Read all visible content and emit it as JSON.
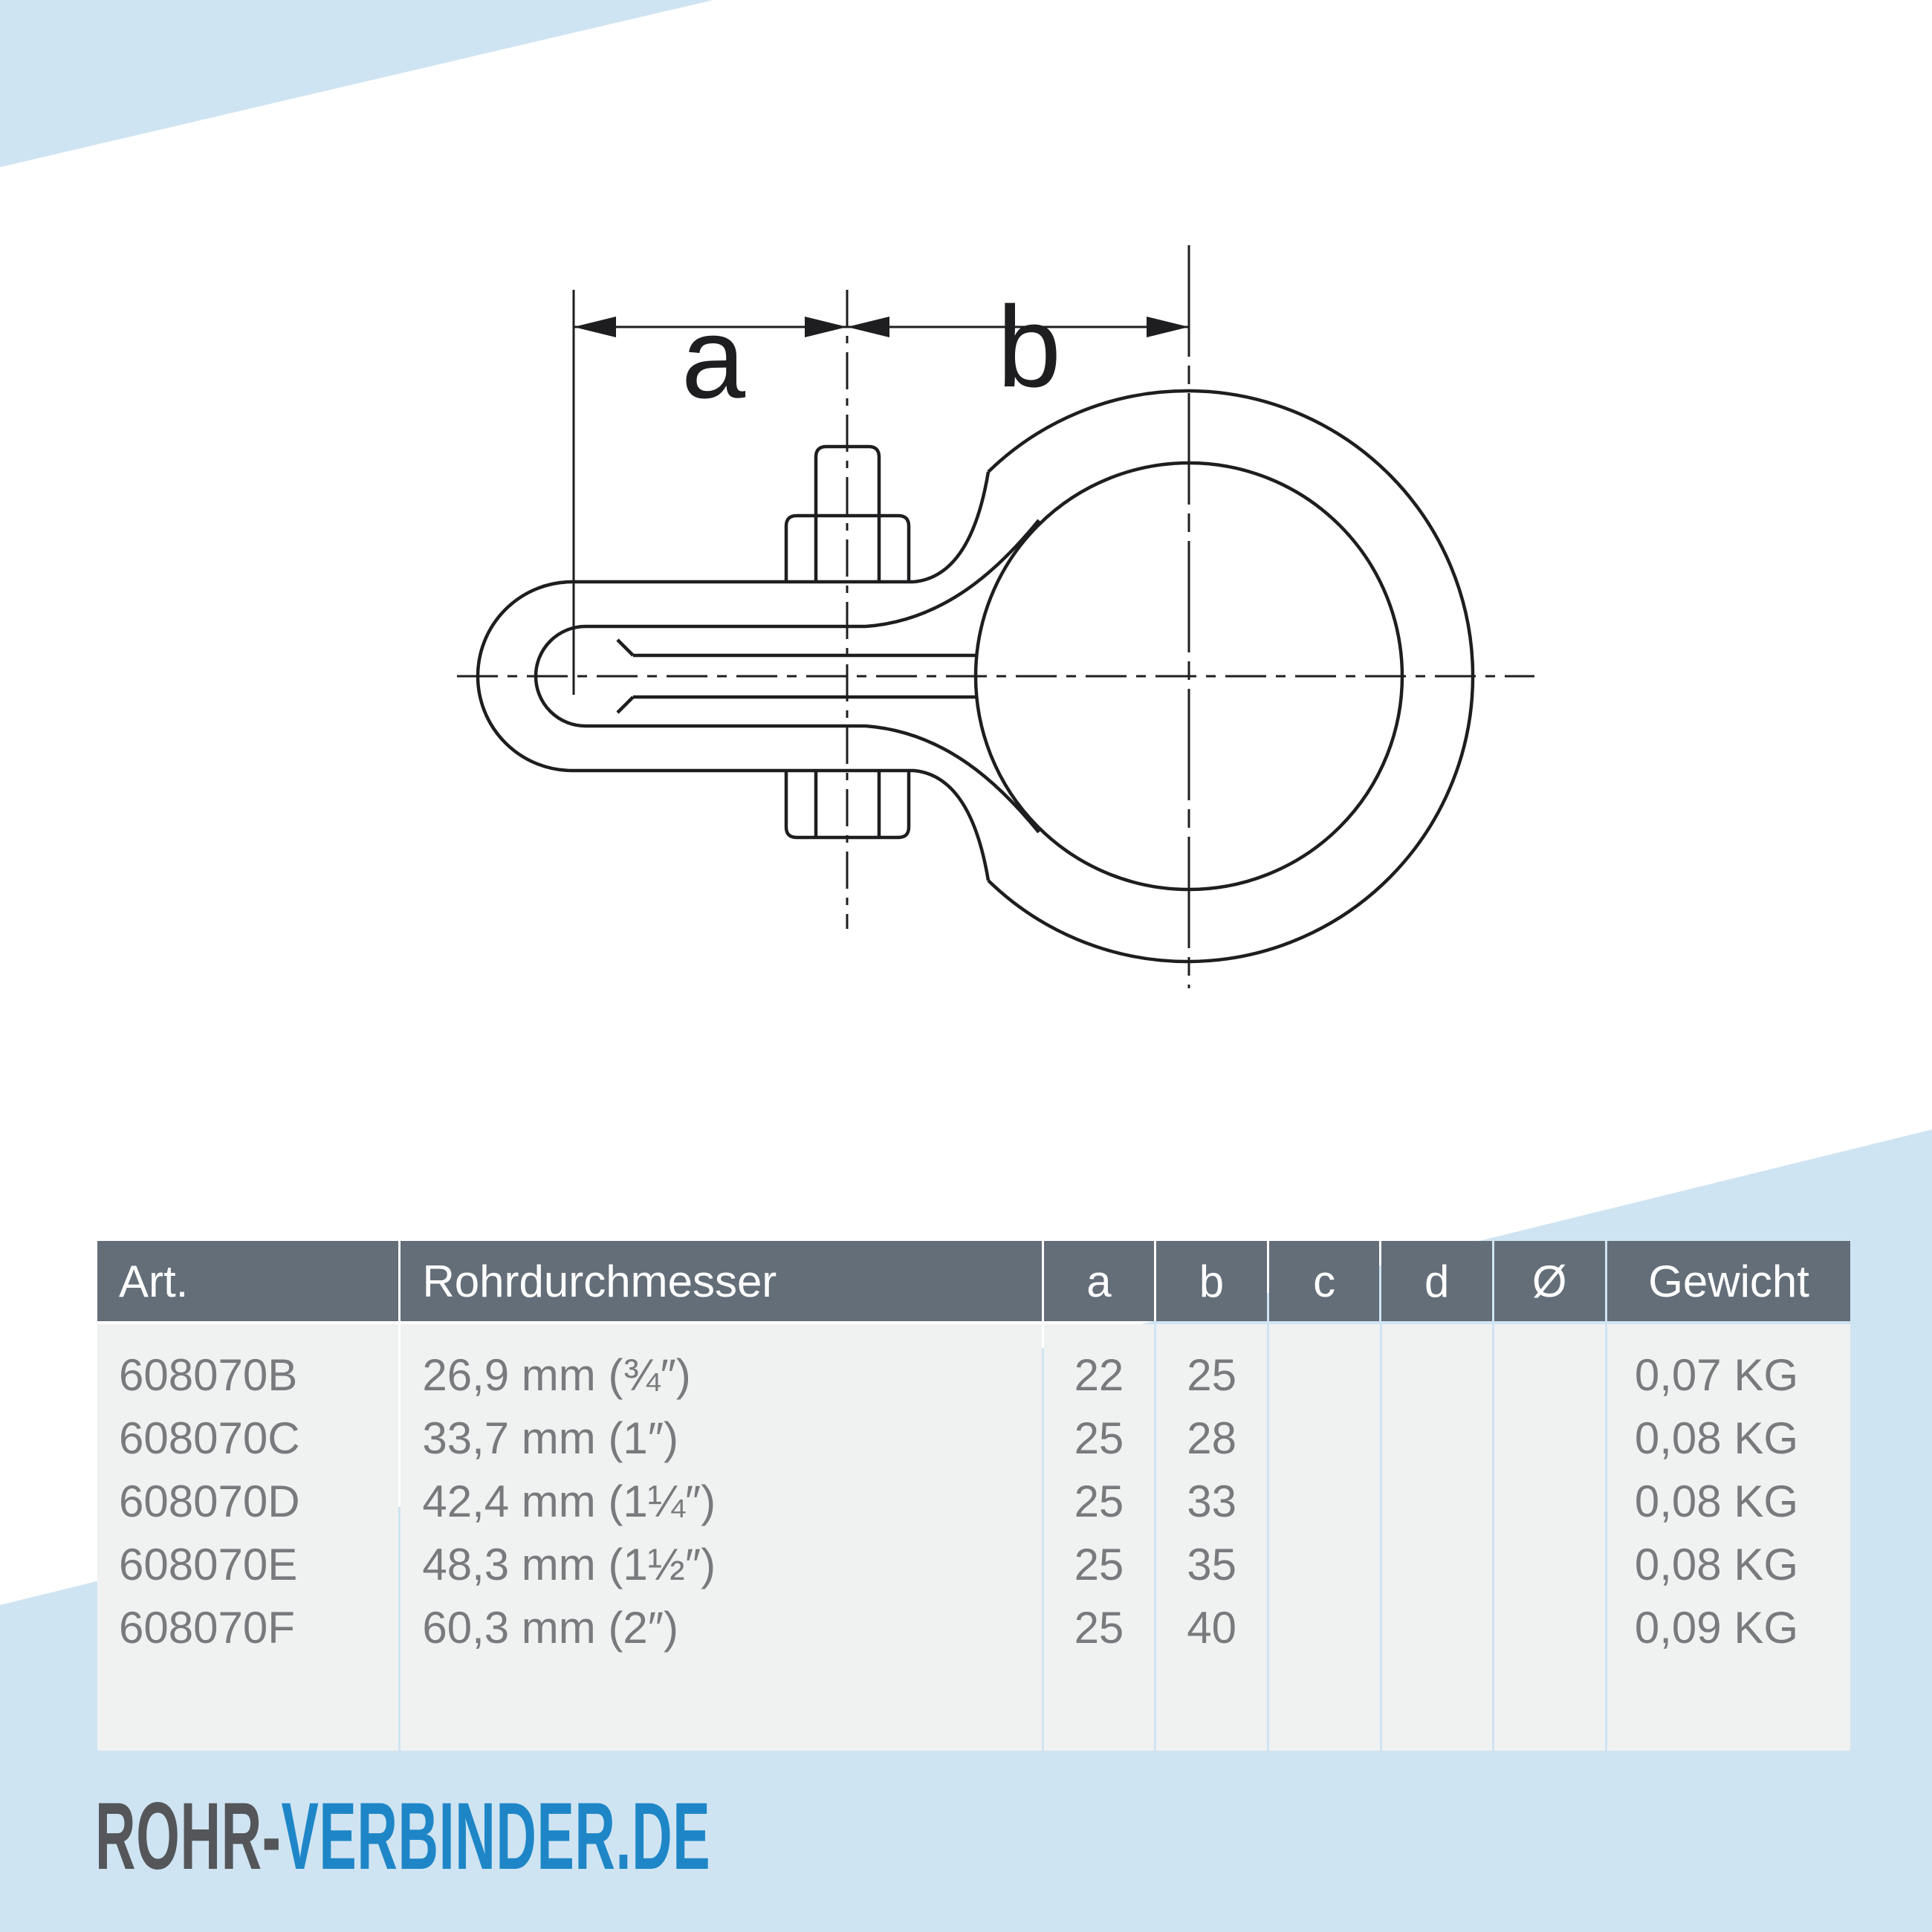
{
  "brand": {
    "name": "ROHR-VERBINDER.DE",
    "part_gray": "ROHR-",
    "part_blue": "VERBINDER.DE",
    "color_gray": "#545659",
    "color_blue": "#1e86c7"
  },
  "drawing": {
    "dim_label_a": "a",
    "dim_label_b": "b",
    "line_color": "#1e1e20"
  },
  "colors": {
    "accent_light_blue": "#cfe4f2",
    "table_header_bg": "#646e78",
    "table_body_bg": "#f0f1f1",
    "table_text": "#797a7d"
  },
  "table": {
    "headers": [
      "Art.",
      "Rohrdurchmesser",
      "a",
      "b",
      "c",
      "d",
      "Ø",
      "Gewicht"
    ],
    "rows": [
      {
        "art": "608070B",
        "rohrdurchmesser": "26,9 mm (¾″)",
        "a": "22",
        "b": "25",
        "c": "",
        "d": "",
        "dia": "",
        "gewicht": "0,07 KG"
      },
      {
        "art": "608070C",
        "rohrdurchmesser": "33,7 mm (1″)",
        "a": "25",
        "b": "28",
        "c": "",
        "d": "",
        "dia": "",
        "gewicht": "0,08 KG"
      },
      {
        "art": "608070D",
        "rohrdurchmesser": "42,4 mm (1¼″)",
        "a": "25",
        "b": "33",
        "c": "",
        "d": "",
        "dia": "",
        "gewicht": "0,08 KG"
      },
      {
        "art": "608070E",
        "rohrdurchmesser": "48,3 mm (1½″)",
        "a": "25",
        "b": "35",
        "c": "",
        "d": "",
        "dia": "",
        "gewicht": "0,08 KG"
      },
      {
        "art": "608070F",
        "rohrdurchmesser": "60,3 mm (2″)",
        "a": "25",
        "b": "40",
        "c": "",
        "d": "",
        "dia": "",
        "gewicht": "0,09 KG"
      }
    ]
  }
}
